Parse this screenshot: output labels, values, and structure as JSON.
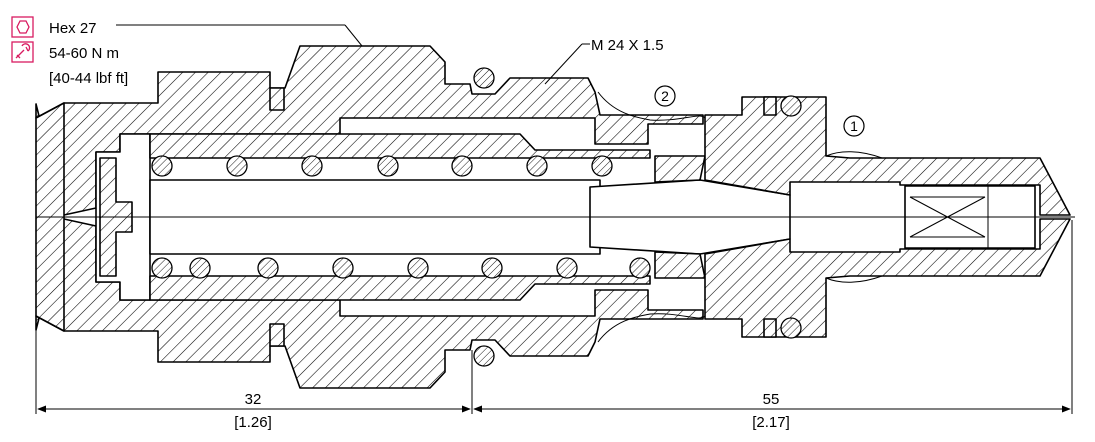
{
  "spec": {
    "hex_label": "Hex 27",
    "torque_metric": "54-60 N m",
    "torque_imperial": "[40-44 lbf ft]",
    "hex_icon": "hexagon-icon",
    "torque_icon": "torque-wrench-icon",
    "icon_color": "#d81b60"
  },
  "thread_label": "M 24 X 1.5",
  "ports": [
    {
      "number": "2"
    },
    {
      "number": "1"
    }
  ],
  "dimensions": [
    {
      "value": "32",
      "imperial": "[1.26]"
    },
    {
      "value": "55",
      "imperial": "[2.17]"
    }
  ]
}
